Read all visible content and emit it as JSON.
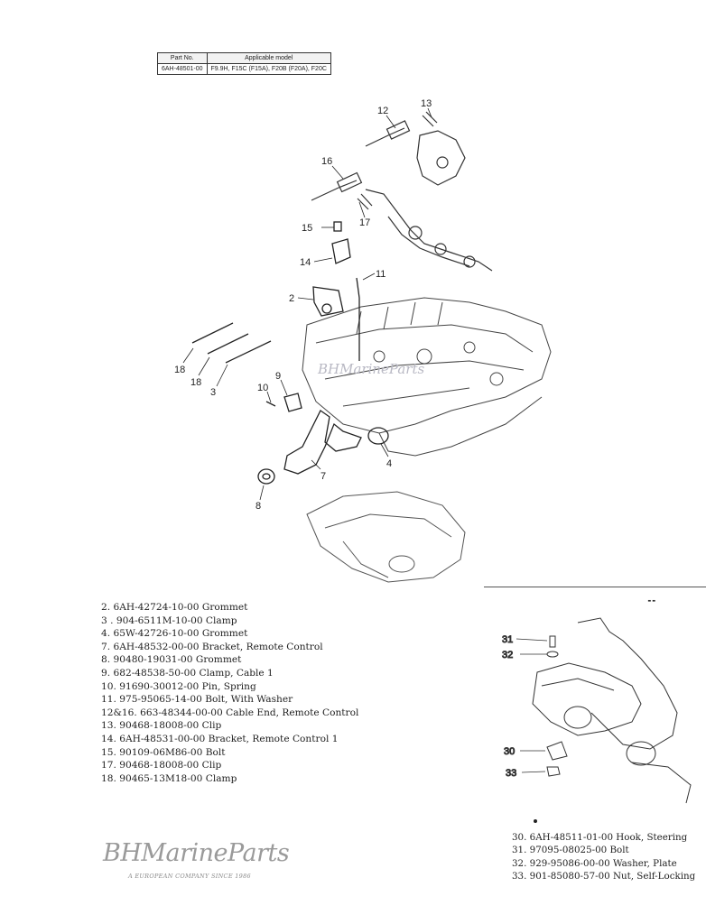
{
  "model_table": {
    "headers": [
      "Part No.",
      "Applicable model"
    ],
    "rows": [
      [
        "6AH-48501-00",
        "F9.9H, F15C (F15A), F20B (F20A), F20C"
      ]
    ]
  },
  "watermark": "BHMarineParts",
  "callouts_main": [
    "12",
    "13",
    "16",
    "15",
    "17",
    "14",
    "11",
    "2",
    "18",
    "18",
    "3",
    "10",
    "9",
    "7",
    "4",
    "8"
  ],
  "callouts_inset": [
    "31",
    "32",
    "30",
    "33"
  ],
  "inset_label": "- -",
  "parts_list": [
    "2. 6AH-42724-10-00 Grommet",
    "3 . 904-6511M-10-00 Clamp",
    "4. 65W-42726-10-00 Grommet",
    "7. 6AH-48532-00-00 Bracket, Remote Control",
    "8. 90480-19031-00 Grommet",
    "9. 682-48538-50-00 Clamp, Cable 1",
    "10. 91690-30012-00 Pin, Spring",
    "11. 975-95065-14-00 Bolt, With Washer",
    "12&16. 663-48344-00-00 Cable End, Remote Control",
    "13. 90468-18008-00 Clip",
    "14. 6AH-48531-00-00 Bracket, Remote Control 1",
    "15. 90109-06M86-00 Bolt",
    "17. 90468-18008-00 Clip",
    "18. 90465-13M18-00 Clamp"
  ],
  "parts_list_inset": [
    "30. 6AH-48511-01-00 Hook, Steering",
    "31. 97095-08025-00 Bolt",
    "32. 929-95086-00-00 Washer, Plate",
    "33. 901-85080-57-00 Nut, Self-Locking"
  ],
  "logo": {
    "name": "BHMarineParts",
    "tagline": "A EUROPEAN COMPANY SINCE 1986"
  },
  "colors": {
    "ink": "#222222",
    "logo": "#9a9a9a",
    "watermark": "#b9b9c4"
  }
}
